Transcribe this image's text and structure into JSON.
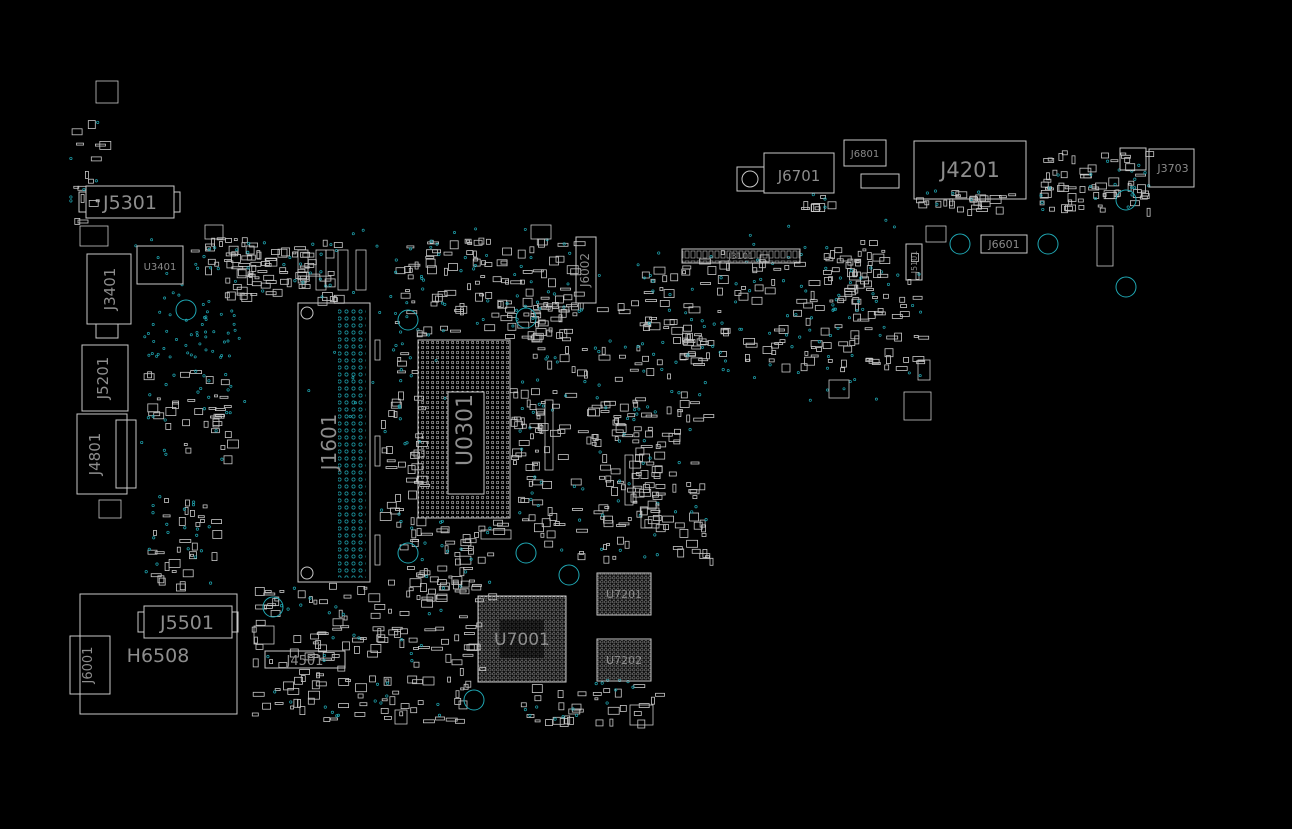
{
  "colors": {
    "background": "#000000",
    "outline": "#c8c8c8",
    "label": "#8d8d8d",
    "via": "#1fa7b3"
  },
  "components": {
    "J5301": "J5301",
    "U3401": "U3401",
    "J3401": "J3401",
    "J5201": "J5201",
    "J4801": "J4801",
    "J1601": "J1601",
    "U0301": "U0301",
    "J6002": "J6002",
    "J3101": "J3101",
    "J6701": "J6701",
    "J6801": "J6801",
    "J4201": "J4201",
    "J3703": "J3703",
    "J6601": "J6601",
    "J5101": "J5101",
    "U7201": "U7201",
    "U7202": "U7202",
    "U7001": "U7001",
    "J5501": "J5501",
    "H6508": "H6508",
    "J6001": "J6001",
    "J4501": "J4501"
  }
}
